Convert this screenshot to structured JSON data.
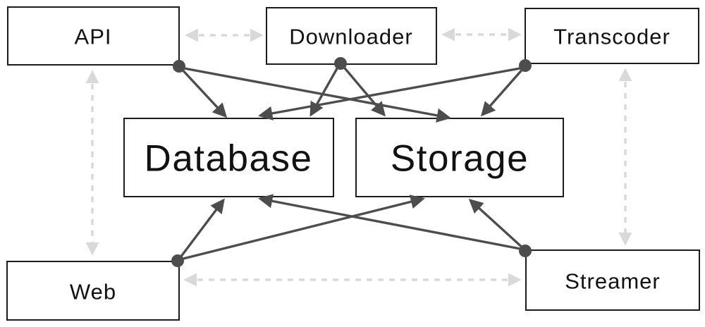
{
  "diagram": {
    "title": "media-service-architecture",
    "background_color": "#ffffff",
    "colors": {
      "node_fill": "#ffffff",
      "node_border": "#1c1c1c",
      "label_text": "#121212",
      "solid_edge": "#4d4d4d",
      "dashed_edge": "#d9d9d9"
    },
    "nodes": {
      "api": {
        "label": "API"
      },
      "downloader": {
        "label": "Downloader"
      },
      "transcoder": {
        "label": "Transcoder"
      },
      "database": {
        "label": "Database"
      },
      "storage": {
        "label": "Storage"
      },
      "web": {
        "label": "Web"
      },
      "streamer": {
        "label": "Streamer"
      }
    },
    "solid_edges": [
      {
        "from": "api",
        "to": "database"
      },
      {
        "from": "api",
        "to": "storage"
      },
      {
        "from": "downloader",
        "to": "database"
      },
      {
        "from": "downloader",
        "to": "storage"
      },
      {
        "from": "transcoder",
        "to": "database"
      },
      {
        "from": "transcoder",
        "to": "storage"
      },
      {
        "from": "web",
        "to": "database"
      },
      {
        "from": "web",
        "to": "storage"
      },
      {
        "from": "streamer",
        "to": "database"
      },
      {
        "from": "streamer",
        "to": "storage"
      }
    ],
    "dashed_links": [
      {
        "between": [
          "api",
          "downloader"
        ],
        "bidirectional": true
      },
      {
        "between": [
          "downloader",
          "transcoder"
        ],
        "bidirectional": true
      },
      {
        "between": [
          "api",
          "web"
        ],
        "bidirectional": true
      },
      {
        "between": [
          "transcoder",
          "streamer"
        ],
        "bidirectional": true
      },
      {
        "between": [
          "web",
          "streamer"
        ],
        "bidirectional": true
      }
    ]
  }
}
